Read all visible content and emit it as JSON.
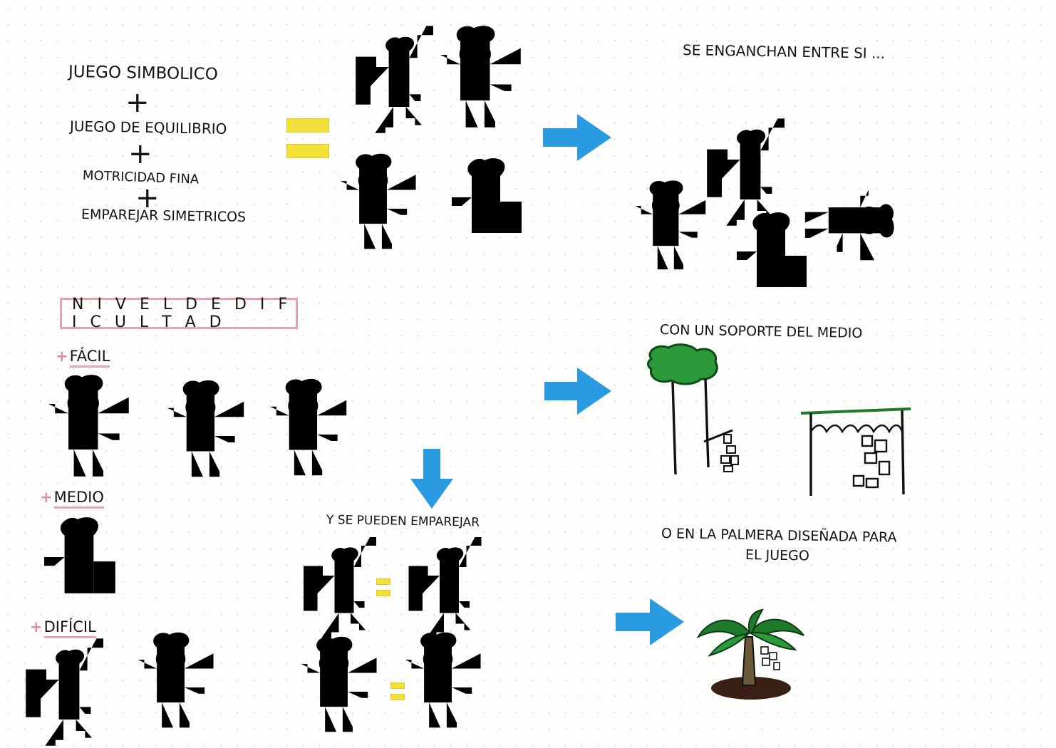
{
  "top_left": {
    "line1": "Juego simbolico",
    "line2": "Juego de equilibrio",
    "line3": "Motricidad fina",
    "line4": "Emparejar simetricos",
    "plus_sign": "+"
  },
  "right_column": {
    "caption1": "Se enganchan entre si ...",
    "caption2": "Con un soporte del medio",
    "caption3_line1": "O en la palmera diseñada   para",
    "caption3_line2": "el juego"
  },
  "difficulty": {
    "heading": "N I V E L  D E  D I F I C U L T A D",
    "bullet": "+",
    "easy": "Fácil",
    "medium": "Medio",
    "hard": "Difícil"
  },
  "pairing_caption": "Y se pueden emparejar",
  "colors": {
    "arrow": "#2a9be0",
    "equals": "#f2e13a",
    "highlight_pink": "#e6a3b1",
    "tree_green": "#2a9a3a",
    "palm_green": "#1f7a2c",
    "soil_brown": "#3a1f14"
  },
  "icons": [
    "right-arrow-icon",
    "down-arrow-icon",
    "equals-icon",
    "tree-icon",
    "pergola-icon",
    "palm-tree-icon"
  ]
}
